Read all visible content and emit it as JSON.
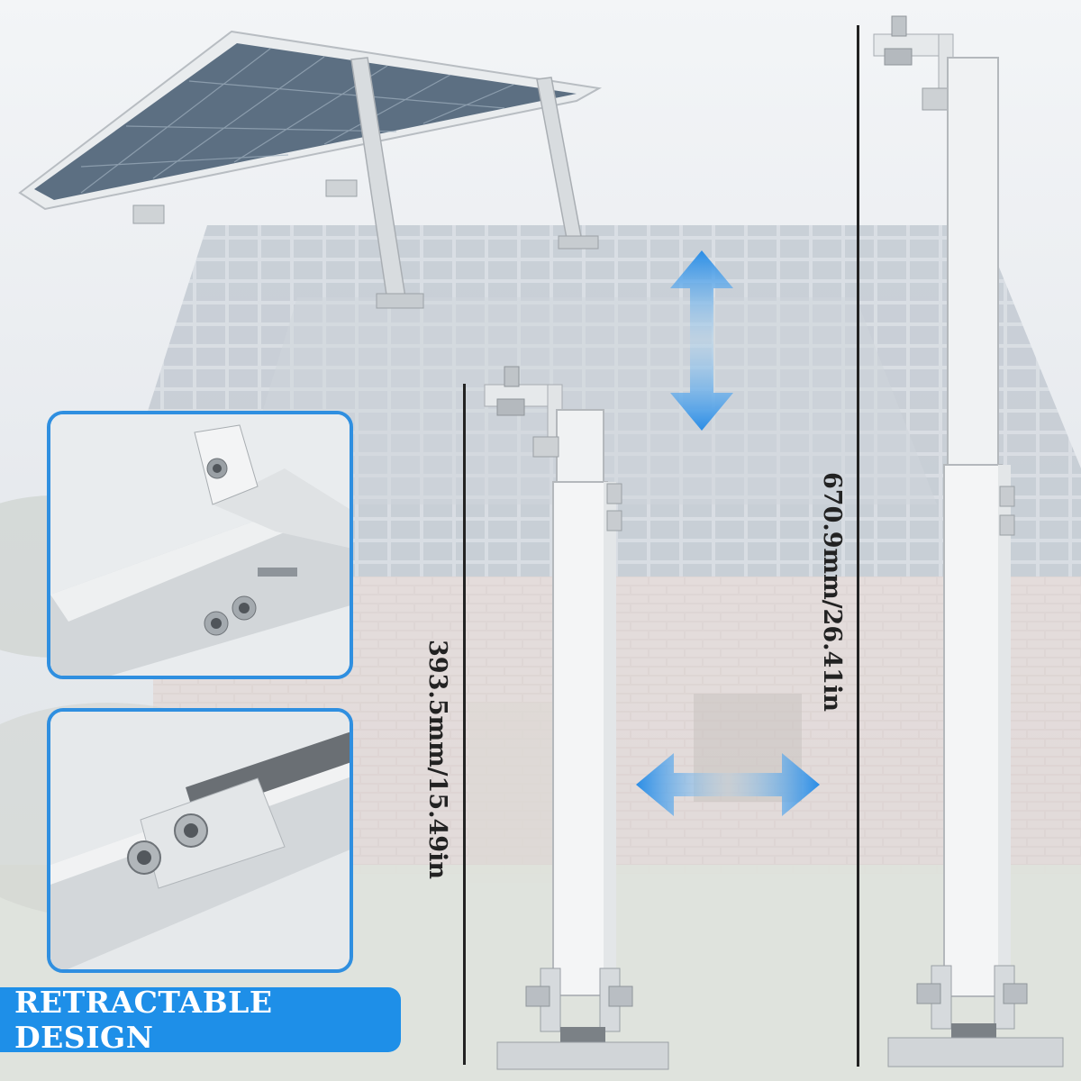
{
  "banner": {
    "text": "RETRACTABLE DESIGN"
  },
  "dimensions": {
    "short": "393.5mm/15.49in",
    "long": "670.9mm/26.41in"
  },
  "colors": {
    "accent": "#1e8fe8",
    "card_border": "#2f8fe0",
    "arrow": "#2a8de6"
  },
  "icons": {
    "vertical_arrow": "double-arrow-vertical-icon",
    "horizontal_arrow": "double-arrow-horizontal-icon"
  }
}
